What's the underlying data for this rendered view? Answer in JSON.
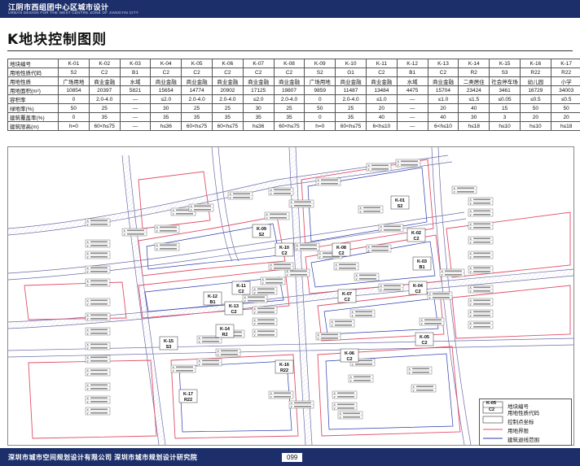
{
  "header": {
    "title_cn": "江阴市西组团中心区城市设计",
    "title_en": "URBAN DESIGN FOR THE WEST CENTRE ZONE OF JIANGYIN CITY"
  },
  "page_title": "K地块控制图则",
  "control_table": {
    "rows": [
      [
        "地块编号",
        "K-01",
        "K-02",
        "K-03",
        "K-04",
        "K-05",
        "K-06",
        "K-07",
        "K-08",
        "K-09",
        "K-10",
        "K-11",
        "K-12",
        "K-13",
        "K-14",
        "K-15",
        "K-16",
        "K-17"
      ],
      [
        "用地性质代码",
        "S2",
        "C2",
        "B1",
        "C2",
        "C2",
        "C2",
        "C2",
        "C2",
        "S2",
        "G1",
        "C2",
        "B1",
        "C2",
        "R2",
        "S3",
        "R22",
        "R22"
      ],
      [
        "用地性质",
        "广场用地",
        "商业金融",
        "水域",
        "商业金融",
        "商业金融",
        "商业金融",
        "商业金融",
        "商业金融",
        "广场用地",
        "商业金融",
        "商业金融",
        "水域",
        "商业金融",
        "二类居住",
        "社会停车场",
        "幼儿园",
        "小学"
      ],
      [
        "用地面积(m²)",
        "10854",
        "20397",
        "5821",
        "15654",
        "14774",
        "20902",
        "17125",
        "19807",
        "9859",
        "11487",
        "13484",
        "4475",
        "15704",
        "23424",
        "3461",
        "16729",
        "34003"
      ],
      [
        "容积率",
        "0",
        "2.0-4.0",
        "—",
        "≤2.0",
        "2.0-4.0",
        "2.0-4.0",
        "≤2.0",
        "2.0-4.0",
        "0",
        "2.0-4.0",
        "≤1.0",
        "—",
        "≤1.0",
        "≤1.5",
        "≤0.05",
        "≤0.5",
        "≤0.5"
      ],
      [
        "绿地率(%)",
        "50",
        "25",
        "—",
        "30",
        "25",
        "25",
        "30",
        "25",
        "50",
        "25",
        "20",
        "—",
        "20",
        "40",
        "15",
        "50",
        "50"
      ],
      [
        "建筑覆盖率(%)",
        "0",
        "35",
        "—",
        "35",
        "35",
        "35",
        "35",
        "35",
        "0",
        "35",
        "40",
        "—",
        "40",
        "30",
        "3",
        "20",
        "20"
      ],
      [
        "建筑限高(m)",
        "h=0",
        "60<h≤75",
        "—",
        "h≤36",
        "60<h≤75",
        "60<h≤75",
        "h≤36",
        "60<h≤75",
        "h=0",
        "60<h≤75",
        "6<h≤10",
        "—",
        "6<h≤10",
        "h≤18",
        "h≤10",
        "h≤10",
        "h≤18"
      ]
    ]
  },
  "map": {
    "parcels": [
      {
        "code": "K-01",
        "use": "S2"
      },
      {
        "code": "K-02",
        "use": "C2"
      },
      {
        "code": "K-03",
        "use": "B1"
      },
      {
        "code": "K-04",
        "use": "C2"
      },
      {
        "code": "K-05",
        "use": "C2"
      },
      {
        "code": "K-06",
        "use": "C2"
      },
      {
        "code": "K-07",
        "use": "C2"
      },
      {
        "code": "K-08",
        "use": "C2"
      },
      {
        "code": "K-09",
        "use": "S2"
      },
      {
        "code": "K-10",
        "use": "C2"
      },
      {
        "code": "K-11",
        "use": "C2"
      },
      {
        "code": "K-12",
        "use": "B1"
      },
      {
        "code": "K-13",
        "use": "C2"
      },
      {
        "code": "K-14",
        "use": "R2"
      },
      {
        "code": "K-15",
        "use": "S3"
      },
      {
        "code": "K-16",
        "use": "R22"
      },
      {
        "code": "K-17",
        "use": "R22"
      }
    ],
    "coord_prefix_x": "X",
    "coord_prefix_y": "Y"
  },
  "legend": {
    "sample_code": "K-05",
    "sample_use": "C2",
    "label_code": "地块编号",
    "label_use": "用地性质代码",
    "label_coord": "控制点坐标",
    "label_boundary": "用地界限",
    "label_setback": "建筑退线范围"
  },
  "colors": {
    "header_bg": "#1d2f6b",
    "road_line": "#6b6ba8",
    "boundary_red": "#e0506a",
    "setback_blue": "#2b3bb0"
  },
  "footer": {
    "text": "深圳市城市空间规划设计有限公司 深圳市城市规划设计研究院",
    "page_number": "099"
  }
}
